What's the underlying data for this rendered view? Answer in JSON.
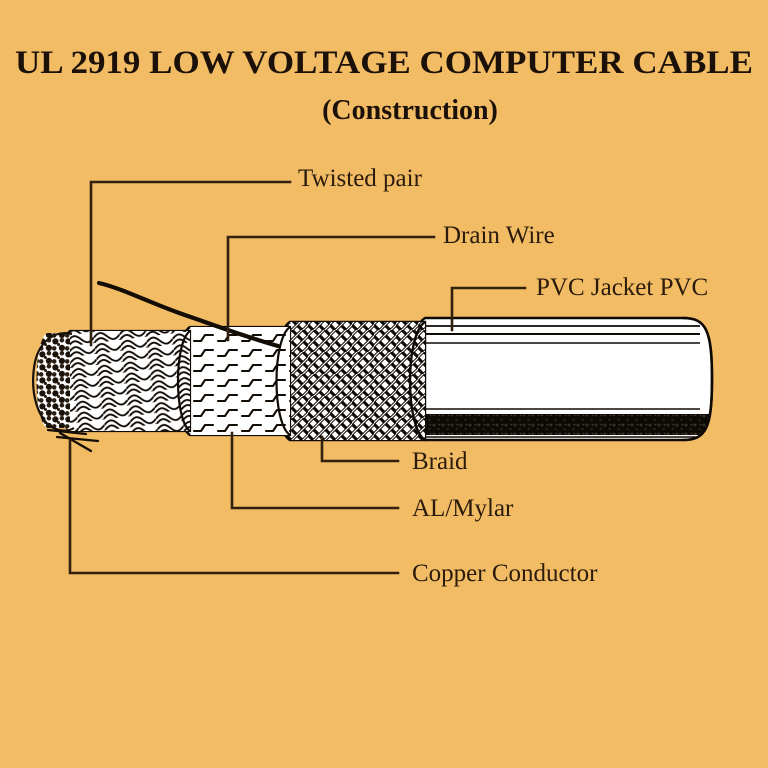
{
  "figure": {
    "title": "UL 2919 LOW VOLTAGE COMPUTER CABLE",
    "subtitle": "(Construction)",
    "background_color": "#f2bc65",
    "ink_color": "#1c1109",
    "leader_color": "#33210f"
  },
  "labels": {
    "twisted_pair": "Twisted pair",
    "drain_wire": "Drain Wire",
    "pvc_jacket": "PVC Jacket  PVC",
    "braid": "Braid",
    "al_mylar": "AL/Mylar",
    "copper_conductor": "Copper Conductor"
  },
  "diagram": {
    "description": "Cutaway view of a shielded multi-conductor computer cable showing successive layers stepped back from left to right.",
    "layers": [
      {
        "name": "copper-conductor",
        "label": "Copper Conductor",
        "fill": "#241a12",
        "texture": "stippled-strand-bundle"
      },
      {
        "name": "twisted-pair",
        "label": "Twisted pair",
        "fill": "#ffffff",
        "texture": "helical-twisted-strands"
      },
      {
        "name": "al-mylar",
        "label": "AL/Mylar",
        "fill": "#ffffff",
        "texture": "z-dash-foil"
      },
      {
        "name": "braid",
        "label": "Braid",
        "fill": "#ffffff",
        "texture": "crosshatch-weave"
      },
      {
        "name": "pvc-jacket",
        "label": "PVC Jacket  PVC",
        "fill": "#ffffff",
        "texture": "smooth-with-shadow-band"
      }
    ]
  }
}
